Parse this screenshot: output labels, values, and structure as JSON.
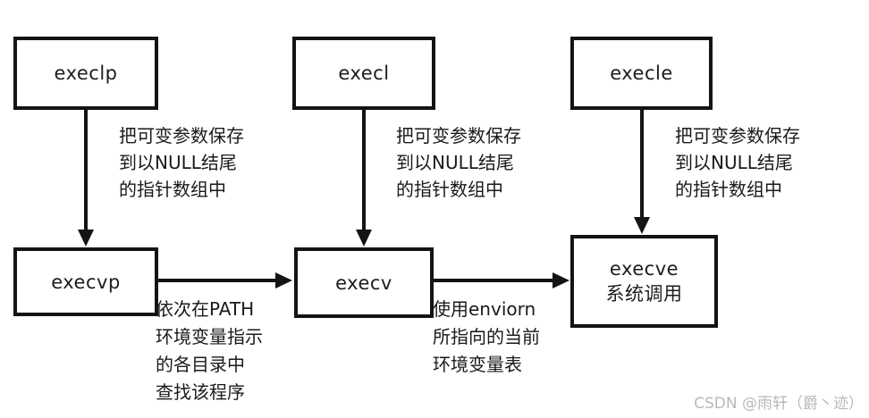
{
  "colors": {
    "background": "#ffffff",
    "box_border": "#141414",
    "arrow": "#141414",
    "text": "#1a1a1a",
    "watermark": "#b9b9b9"
  },
  "nodes": [
    {
      "label": "execlp"
    },
    {
      "label": "execl"
    },
    {
      "label": "execle"
    },
    {
      "label": "execvp"
    },
    {
      "label": "execv"
    },
    {
      "label": "execve",
      "sublabel": "系统调用"
    }
  ],
  "notes": [
    {
      "lines": [
        "把可变参数保存",
        "到以NULL结尾",
        "的指针数组中"
      ]
    },
    {
      "lines": [
        "把可变参数保存",
        "到以NULL结尾",
        "的指针数组中"
      ]
    },
    {
      "lines": [
        "把可变参数保存",
        "到以NULL结尾",
        "的指针数组中"
      ]
    },
    {
      "lines": [
        "依次在PATH",
        "环境变量指示",
        "的各目录中",
        "查找该程序"
      ]
    },
    {
      "lines": [
        "使用enviorn",
        "所指向的当前",
        "环境变量表"
      ]
    }
  ],
  "watermark": "CSDN @雨轩（爵丶迹）"
}
